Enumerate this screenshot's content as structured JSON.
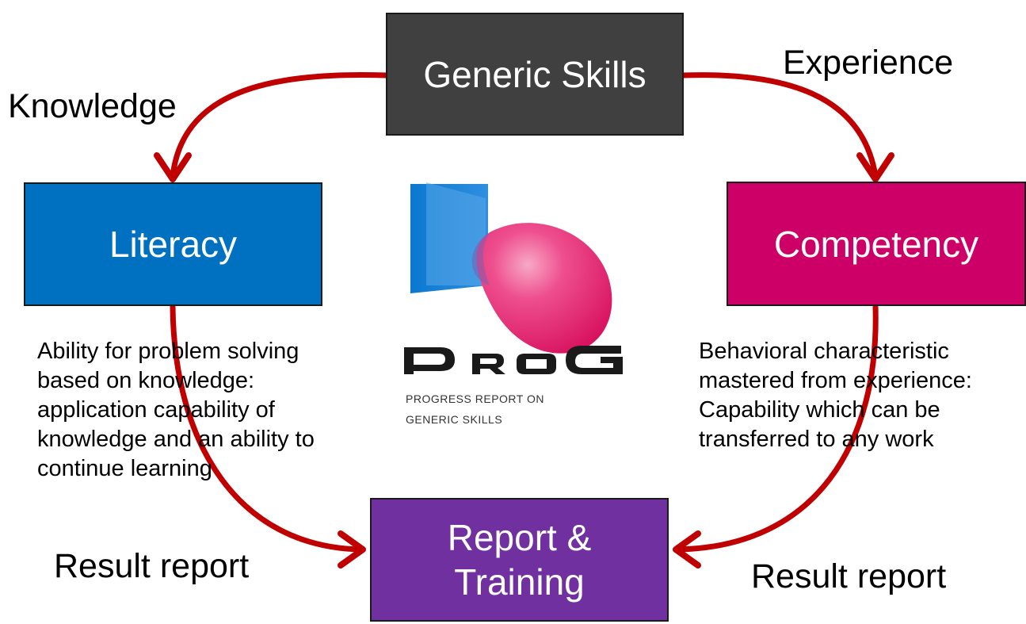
{
  "nodes": {
    "generic": {
      "label": "Generic Skills",
      "color": "#404040"
    },
    "literacy": {
      "label": "Literacy",
      "color": "#0070C0"
    },
    "competency": {
      "label": "Competency",
      "color": "#CC0066"
    },
    "report": {
      "label": "Report & Training",
      "color": "#7030A0"
    }
  },
  "edge_labels": {
    "knowledge": "Knowledge",
    "experience": "Experience",
    "result_left": "Result report",
    "result_right": "Result report"
  },
  "descriptions": {
    "literacy": "Ability for problem solving based on knowledge: application capability of knowledge and an ability to continue learning",
    "competency": "Behavioral characteristic mastered from experience: Capability which can be transferred to any work"
  },
  "logo": {
    "wordmark": "PRoG",
    "tagline_line1": "PROGRESS REPORT ON",
    "tagline_line2": "GENERIC SKILLS"
  },
  "colors": {
    "arrow": "#C00000",
    "logo_blue": "#0a7fd6",
    "logo_pink": "#e3226f"
  }
}
